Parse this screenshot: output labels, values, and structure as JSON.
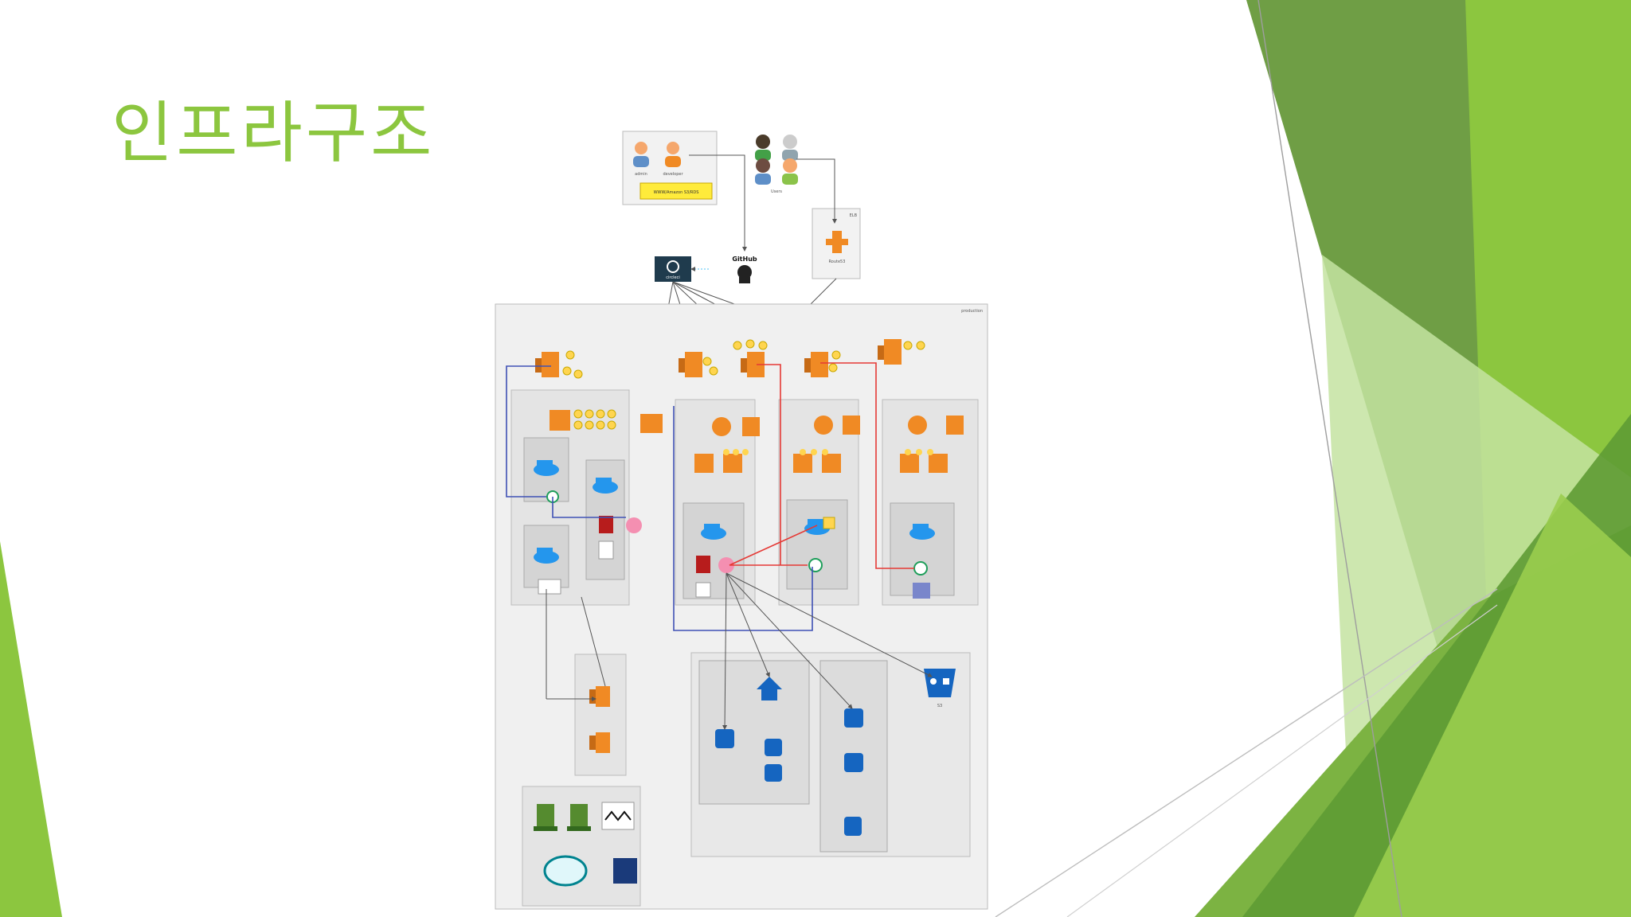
{
  "slide": {
    "title": "인프라구조"
  },
  "diagram": {
    "top_group": {
      "people_caption_a": "admin",
      "people_caption_b": "developer",
      "notice_label": "WWW/Amazon S3/RDS",
      "users_label": "Users"
    },
    "circleci_label": "circleci",
    "github_label": "GitHub",
    "dns_group_label": "ELB",
    "router_label": "Route53",
    "production_label": "production",
    "s3_label": "S3",
    "colors": {
      "accent_green": "#8cc63f",
      "aws_orange": "#f08a24",
      "docker_blue": "#2496ed",
      "link_red": "#e53935",
      "link_blue": "#3f51b5",
      "badge_yellow": "#ffd54f"
    },
    "icons": [
      "aws-ec2-icon",
      "docker-icon",
      "github-icon",
      "circleci-icon",
      "s3-bucket-icon",
      "rds-icon",
      "elasticache-icon",
      "elasticsearch-icon",
      "user-icon"
    ]
  }
}
